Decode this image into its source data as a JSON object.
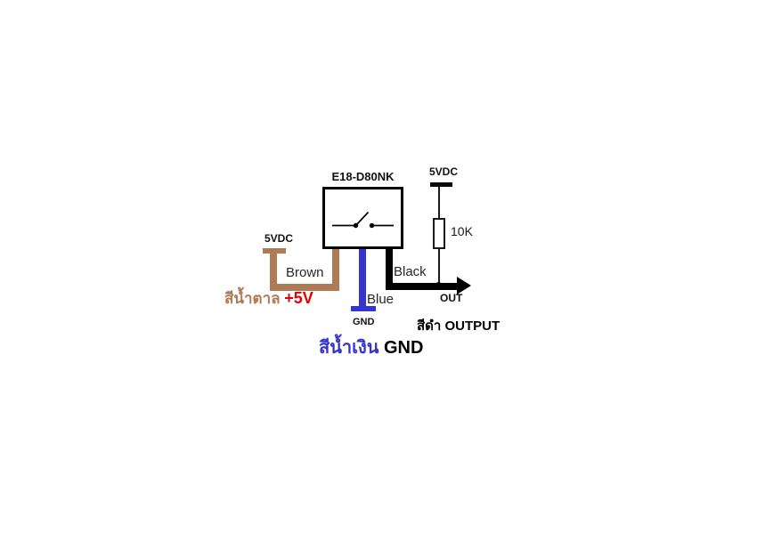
{
  "diagram": {
    "title": "E18-D80NK",
    "labels": {
      "supply_left": "5VDC",
      "supply_right": "5VDC",
      "resistor": "10K",
      "wire_brown": "Brown",
      "wire_blue": "Blue",
      "wire_black": "Black",
      "gnd": "GND",
      "out": "OUT"
    },
    "annotations": {
      "brown_thai": "สีน้ำตาล",
      "brown_signal": "+5V",
      "blue_thai": "สีน้ำเงิน",
      "blue_signal": "GND",
      "black_thai": "สีดำ",
      "black_signal": "OUTPUT"
    },
    "colors": {
      "brown": "#AE7B55",
      "blue": "#3535CE",
      "red": "#E60000",
      "black": "#000000"
    }
  }
}
